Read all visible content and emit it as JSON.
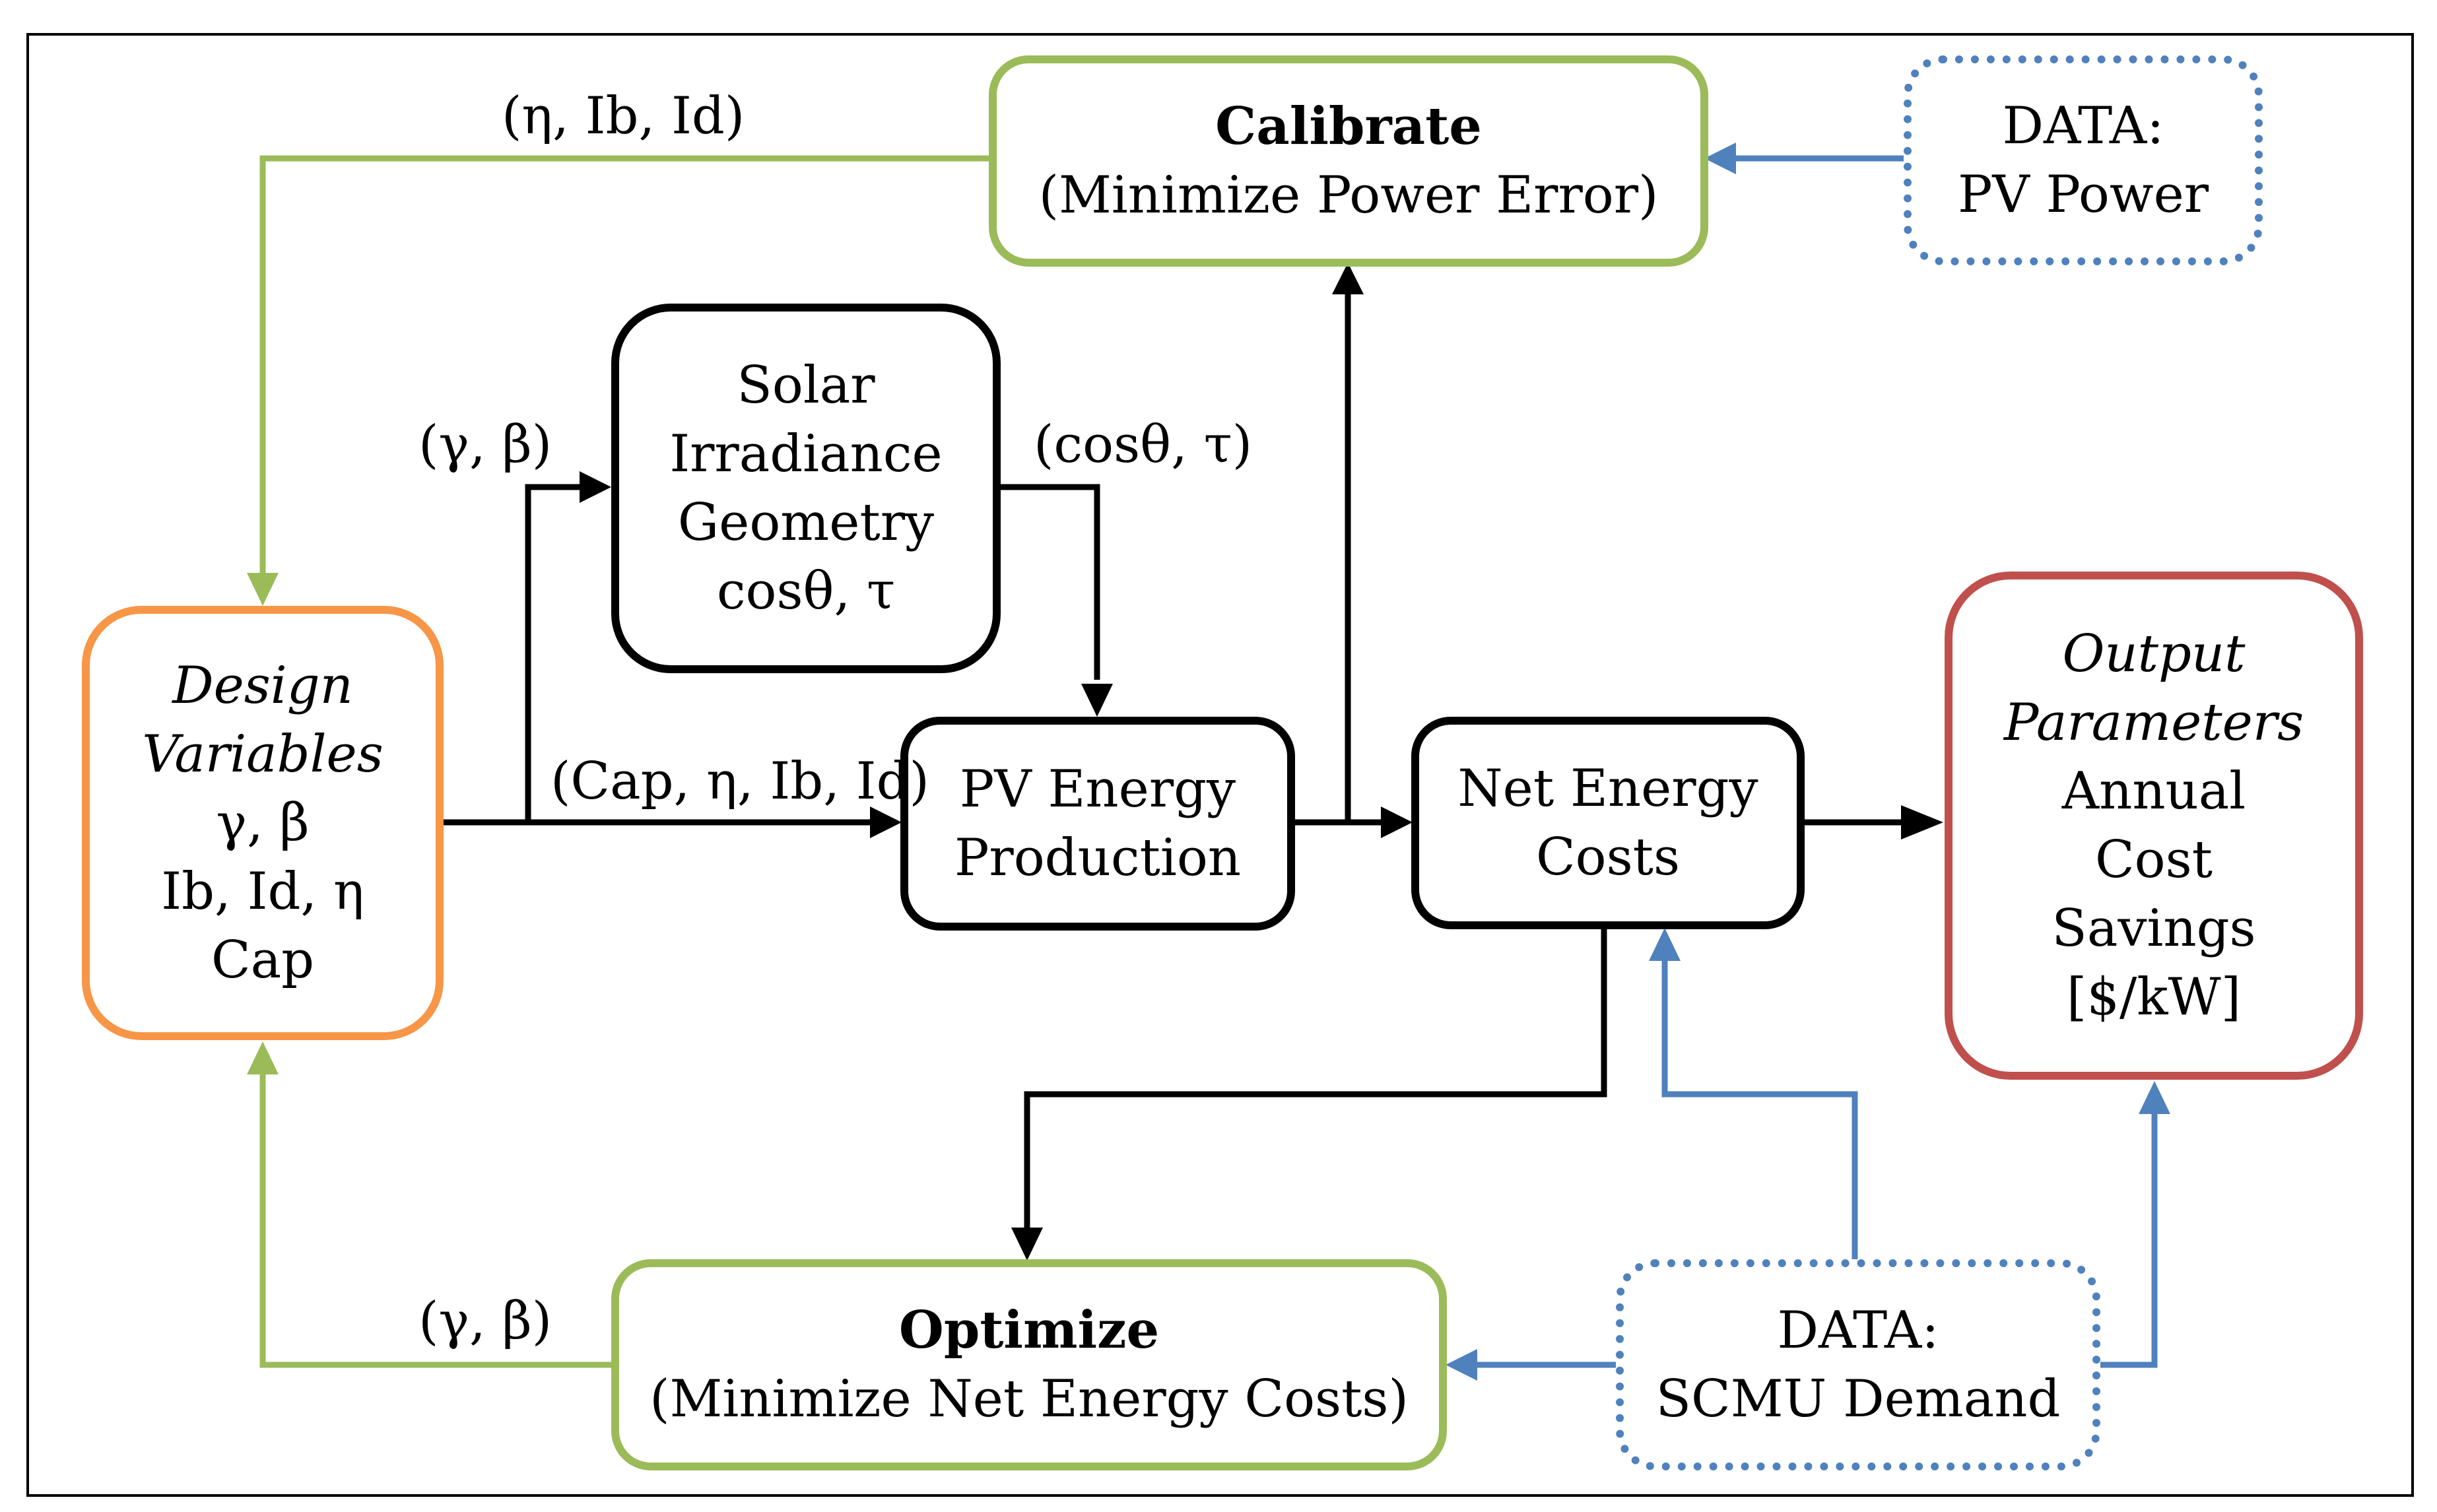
{
  "nodes": {
    "calibrate": {
      "title": "Calibrate",
      "subtitle": "(Minimize Power Error)"
    },
    "data_pv_power": {
      "line1": "DATA:",
      "line2": "PV Power"
    },
    "solar_geometry": {
      "line1": "Solar",
      "line2": "Irradiance",
      "line3": "Geometry",
      "line4": "cosθ, τ"
    },
    "design_variables": {
      "line1": "Design",
      "line2": "Variables",
      "line3": "γ, β",
      "line4": "Ib, Id, η",
      "line5": "Cap"
    },
    "pv_energy": {
      "line1": "PV Energy",
      "line2": "Production"
    },
    "net_energy": {
      "line1": "Net Energy",
      "line2": "Costs"
    },
    "output_parameters": {
      "line1": "Output",
      "line2": "Parameters",
      "line3": "Annual",
      "line4": "Cost",
      "line5": "Savings",
      "line6": "[$/kW]"
    },
    "optimize": {
      "title": "Optimize",
      "subtitle": "(Minimize Net Energy Costs)"
    },
    "data_scmu": {
      "line1": "DATA:",
      "line2": "SCMU Demand"
    }
  },
  "edge_labels": {
    "calibrate_to_design": "(η, Ib, Id)",
    "design_to_solar": "(γ, β)",
    "solar_to_pv": "(cosθ, τ)",
    "design_to_pv": "(Cap, η, Ib, Id)",
    "optimize_to_design": "(γ, β)"
  },
  "colors": {
    "black": "#000000",
    "green": "#9bbb59",
    "blue": "#4f81bd",
    "orange": "#f79646",
    "red": "#c0504d"
  }
}
